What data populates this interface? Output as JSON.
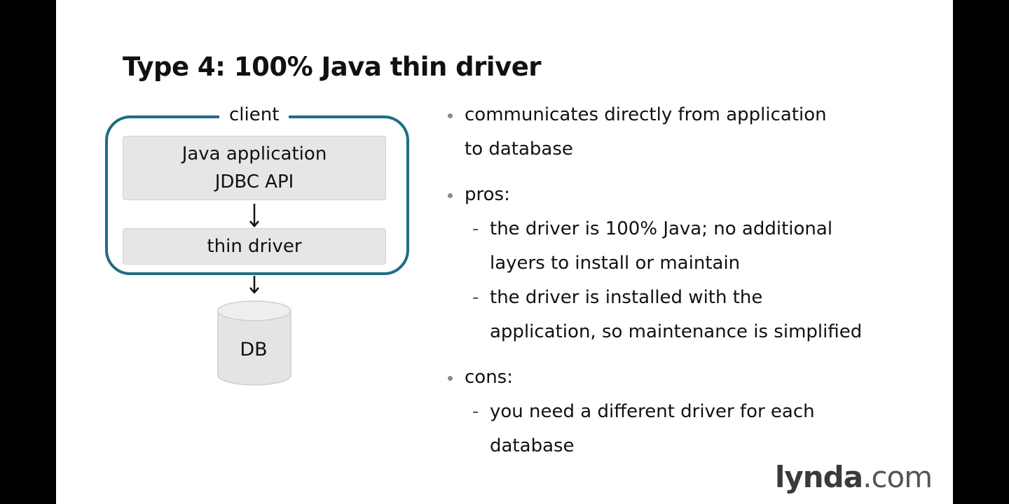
{
  "slide": {
    "title": "Type 4: 100% Java thin driver"
  },
  "diagram": {
    "client_label": "client",
    "app_box": {
      "line1": "Java application",
      "line2": "JDBC API"
    },
    "driver_box": "thin driver",
    "db_label": "DB",
    "colors": {
      "client_border": "#1f6d87",
      "box_fill": "#e6e6e6"
    }
  },
  "bullets": [
    {
      "lines": [
        "communicates directly from application",
        "to database"
      ]
    },
    {
      "lines": [
        "pros:"
      ],
      "subitems": [
        {
          "dash": "-",
          "lines": [
            "the driver is 100% Java; no additional",
            "layers to install or maintain"
          ]
        },
        {
          "dash": "-",
          "lines": [
            "the driver is installed with the",
            "application, so maintenance is simplified"
          ]
        }
      ]
    },
    {
      "lines": [
        "cons:"
      ],
      "subitems": [
        {
          "dash": "-",
          "lines": [
            "you need a different driver for each",
            "database"
          ]
        }
      ]
    }
  ],
  "logo": {
    "brand": "lynda",
    "tld": ".com"
  }
}
